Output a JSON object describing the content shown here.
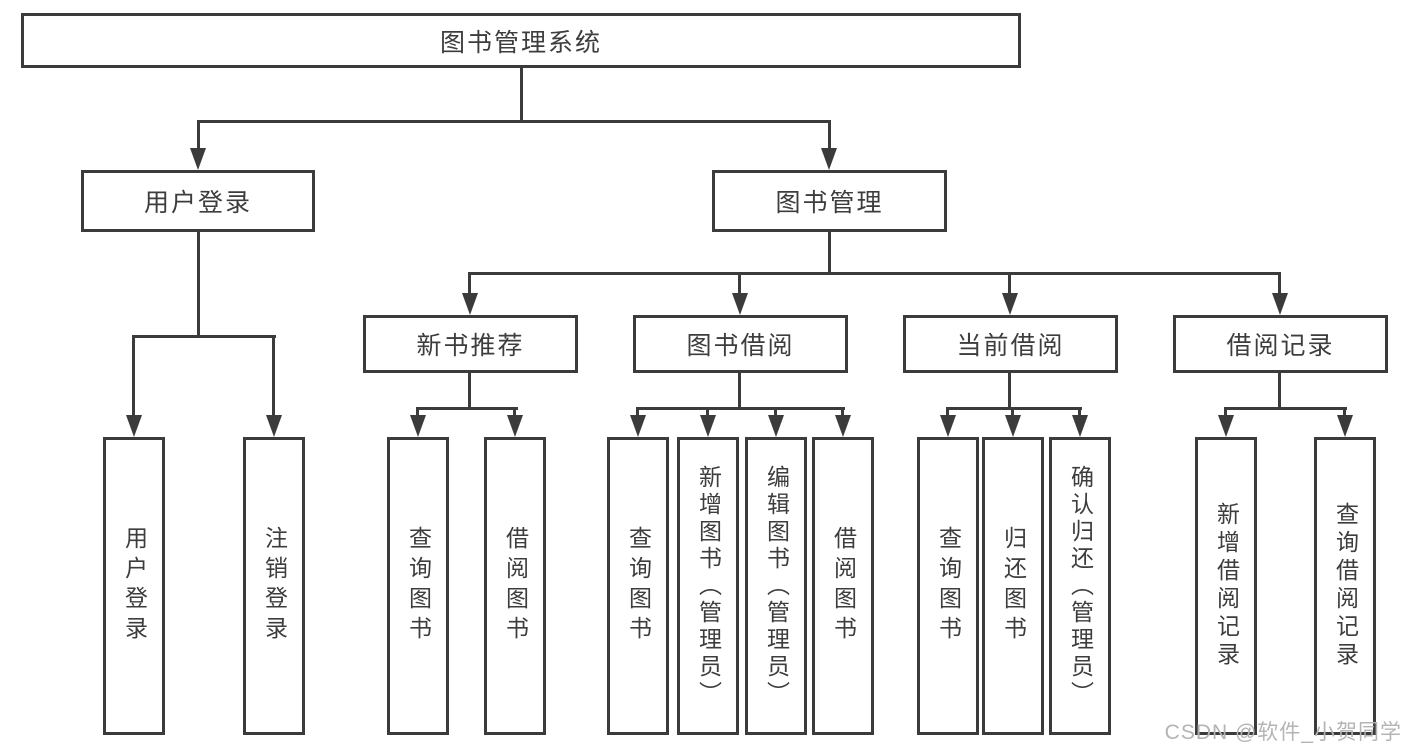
{
  "diagram": {
    "title": "图书管理系统",
    "type": "functional-structure-tree",
    "colors": {
      "line": "#3b3b3b",
      "text": "#3d3d3d",
      "background": "#ffffff",
      "watermark": "#b4b4b4"
    },
    "nodes": {
      "root": {
        "label": "图书管理系统"
      },
      "login": {
        "label": "用户登录"
      },
      "mgmt": {
        "label": "图书管理"
      },
      "newbook": {
        "label": "新书推荐"
      },
      "borrow": {
        "label": "图书借阅"
      },
      "current": {
        "label": "当前借阅"
      },
      "records": {
        "label": "借阅记录"
      },
      "login_leaf1": {
        "label": "用户登录"
      },
      "login_leaf2": {
        "label": "注销登录"
      },
      "newbook_leaf1": {
        "label": "查询图书"
      },
      "newbook_leaf2": {
        "label": "借阅图书"
      },
      "borrow_leaf1": {
        "label": "查询图书"
      },
      "borrow_leaf2": {
        "label": "新增图书（管理员）"
      },
      "borrow_leaf3": {
        "label": "编辑图书（管理员）"
      },
      "borrow_leaf4": {
        "label": "借阅图书"
      },
      "current_leaf1": {
        "label": "查询图书"
      },
      "current_leaf2": {
        "label": "归还图书"
      },
      "current_leaf3": {
        "label": "确认归还（管理员）"
      },
      "records_leaf1": {
        "label": "新增借阅记录"
      },
      "records_leaf2": {
        "label": "查询借阅记录"
      }
    },
    "hierarchy": {
      "图书管理系统": {
        "用户登录": [
          "用户登录",
          "注销登录"
        ],
        "图书管理": {
          "新书推荐": [
            "查询图书",
            "借阅图书"
          ],
          "图书借阅": [
            "查询图书",
            "新增图书（管理员）",
            "编辑图书（管理员）",
            "借阅图书"
          ],
          "当前借阅": [
            "查询图书",
            "归还图书",
            "确认归还（管理员）"
          ],
          "借阅记录": [
            "新增借阅记录",
            "查询借阅记录"
          ]
        }
      }
    },
    "watermark": "CSDN @软件_小贺同学"
  }
}
